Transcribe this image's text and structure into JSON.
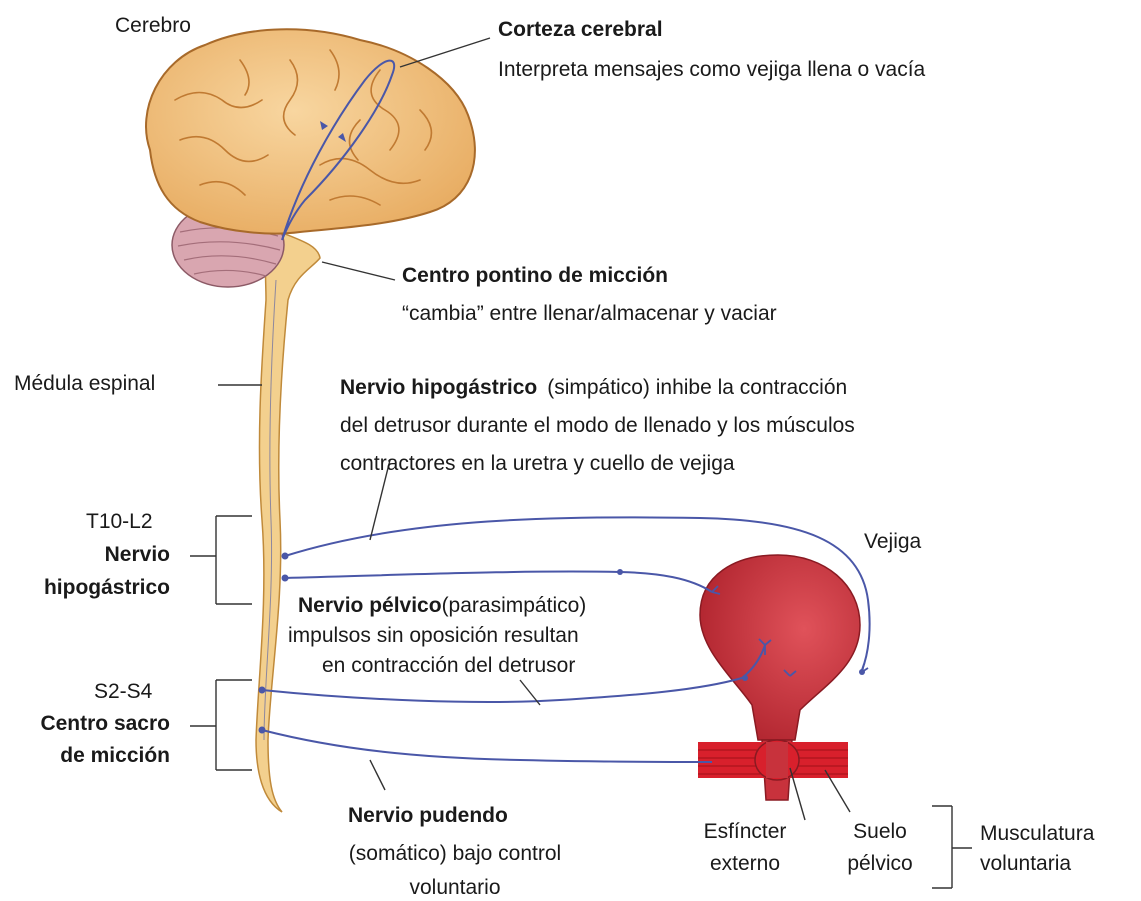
{
  "labels": {
    "cerebro": "Cerebro",
    "medula": "Médula espinal",
    "vejiga": "Vejiga",
    "esfinter_1": "Esfíncter",
    "esfinter_2": "externo",
    "suelo_1": "Suelo",
    "suelo_2": "pélvico",
    "musc_1": "Musculatura",
    "musc_2": "voluntaria"
  },
  "corteza": {
    "title": "Corteza cerebral",
    "desc": "Interpreta mensajes como vejiga llena o vacía"
  },
  "pontino": {
    "title": "Centro pontino de micción",
    "desc": "“cambia” entre llenar/almacenar y vaciar"
  },
  "hipogastrico_desc": {
    "title": "Nervio hipogástrico",
    "line1": "(simpático) inhibe la contracción",
    "line2": "del detrusor durante el modo de llenado y los músculos",
    "line3": "contractores en la uretra y cuello de vejiga"
  },
  "t10": {
    "level": "T10-L2",
    "name_1": "Nervio",
    "name_2": "hipogástrico"
  },
  "pelvico": {
    "title": "Nervio pélvico",
    "title_suffix": "(parasimpático)",
    "line2": "impulsos sin oposición resultan",
    "line3": "en contracción del detrusor"
  },
  "s2": {
    "level": "S2-S4",
    "name_1": "Centro sacro",
    "name_2": "de micción"
  },
  "pudendo": {
    "title": "Nervio pudendo",
    "line2": "(somático) bajo control",
    "line3": "voluntario"
  },
  "colors": {
    "nerve": "#4a57a8",
    "brain": "#f2c488",
    "brain_outline": "#a86a2a",
    "cerebellum": "#d9a6b0",
    "spinal_cord": "#f3d08e",
    "bladder": "#c8323c",
    "muscle": "#d8202c",
    "leader": "#333333"
  }
}
